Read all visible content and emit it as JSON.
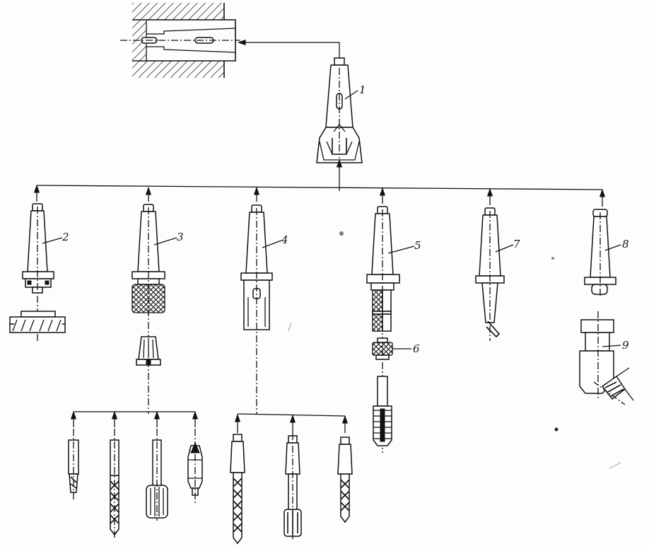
{
  "diagram": {
    "labels": {
      "l1": "1",
      "l2": "2",
      "l3": "3",
      "l4": "4",
      "l5": "5",
      "l6": "6",
      "l7": "7",
      "l8": "8",
      "l9": "9"
    },
    "colors": {
      "ink": "#111111",
      "paper": "#fdfdfc"
    }
  }
}
